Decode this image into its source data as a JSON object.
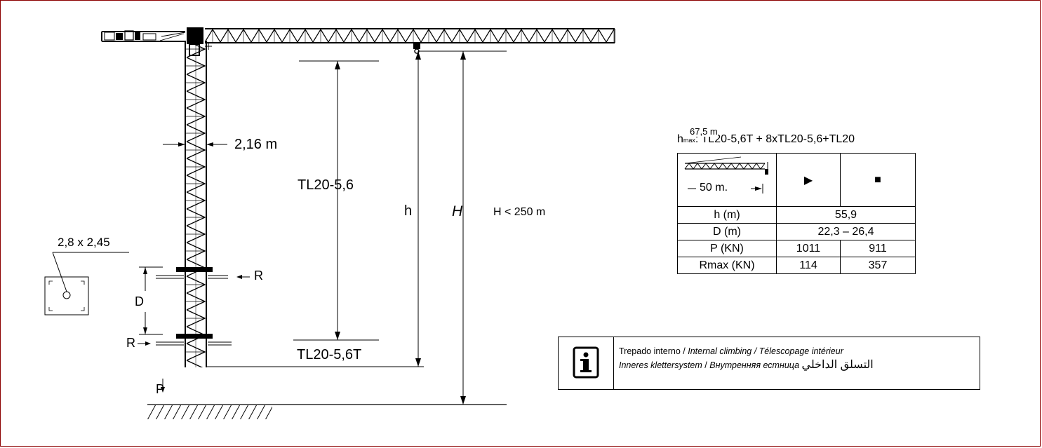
{
  "diagram": {
    "mast_width": "2,16  m",
    "section_upper": "TL20-5,6",
    "section_lower": "TL20-5,6T",
    "dim_h": "h",
    "dim_H": "H",
    "H_limit": "H < 250 m",
    "base_size": "2,8 x 2,45",
    "label_D": "D",
    "label_R_right": "R",
    "label_R_left": "R",
    "label_P": "P"
  },
  "spec": {
    "hmax_prefix": "h",
    "hmax_sub": "max",
    "hmax_value": "67,5 m",
    "hmax_config": ": TL20-5,6T + 8xTL20-5,6+TL20",
    "jib_length": "50 m.",
    "col_a_symbol": "▶",
    "col_b_symbol": "■",
    "rows": [
      {
        "label": "h (m)",
        "merged": "55,9"
      },
      {
        "label": "D (m)",
        "merged": "22,3 – 26,4"
      },
      {
        "label": "P (KN)",
        "a": "1011",
        "b": "911"
      },
      {
        "label": "Rmax (KN)",
        "a": "114",
        "b": "357"
      }
    ]
  },
  "note": {
    "line1_a": "Trepado interno /",
    "line1_b": "Internal climbing / Télescopage intérieur",
    "line2_a": "Inneres klettersystem",
    "line2_sep": "/",
    "line2_b": "Внутренняя естница",
    "line2_c": "التسلق الداخلي"
  }
}
